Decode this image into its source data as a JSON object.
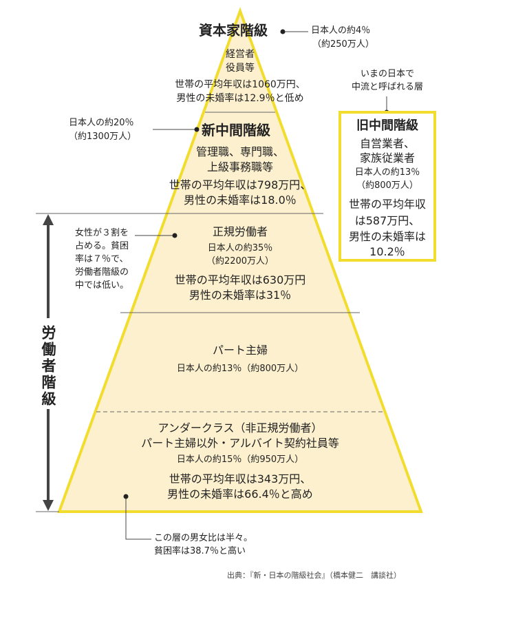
{
  "colors": {
    "pyramid_fill": "#fdf0cf",
    "pyramid_stroke": "#f2dd2f",
    "box_stroke": "#f2dd2f",
    "line": "#666666",
    "arrow": "#444444"
  },
  "capitalist": {
    "title": "資本家階級",
    "desc_l1": "経営者",
    "desc_l2": "役員等",
    "stat_l1": "世帯の平均年収は1060万円、",
    "stat_l2": "男性の未婚率は12.9％と低め",
    "note_l1": "日本人の約4％",
    "note_l2": "（約250万人）"
  },
  "new_middle": {
    "title": "新中間階級",
    "desc_l1": "管理職、専門職、",
    "desc_l2": "上級事務職等",
    "stat_l1": "世帯の平均年収は798万円、",
    "stat_l2": "男性の未婚率は18.0％",
    "note_l1": "日本人の約20％",
    "note_l2": "（約1300万人）"
  },
  "old_middle": {
    "callout_l1": "いまの日本で",
    "callout_l2": "中流と呼ばれる層",
    "title": "旧中間階級",
    "desc_l1": "自営業者、",
    "desc_l2": "家族従業者",
    "pop_l1": "日本人の約13％",
    "pop_l2": "（約800万人）",
    "stat_l1": "世帯の平均年収",
    "stat_l2": "は587万円、",
    "stat_l3": "男性の未婚率は",
    "stat_l4": "10.2％"
  },
  "regular": {
    "title": "正規労働者",
    "pop_l1": "日本人の約35％",
    "pop_l2": "（約2200万人）",
    "stat_l1": "世帯の平均年収は630万円",
    "stat_l2": "男性の未婚率は31％",
    "note_l1": "女性が３割を",
    "note_l2": "占める。貧困",
    "note_l3": "率は７％で、",
    "note_l4": "労働者階級の",
    "note_l5": "中では低い。"
  },
  "part_time_wives": {
    "title": "パート主婦",
    "pop": "日本人の約13％（約800万人）"
  },
  "underclass": {
    "title_l1": "アンダークラス（非正規労働者）",
    "title_l2": "パート主婦以外・アルバイト契約社員等",
    "pop": "日本人の約15％（約950万人）",
    "stat_l1": "世帯の平均年収は343万円、",
    "stat_l2": "男性の未婚率は66.4％と高め",
    "note_l1": "この層の男女比は半々。",
    "note_l2": "貧困率は38.7％と高い"
  },
  "working_class_label": "労働者階級",
  "source": "出典：『新・日本の階級社会』（橋本健二　講談社）"
}
